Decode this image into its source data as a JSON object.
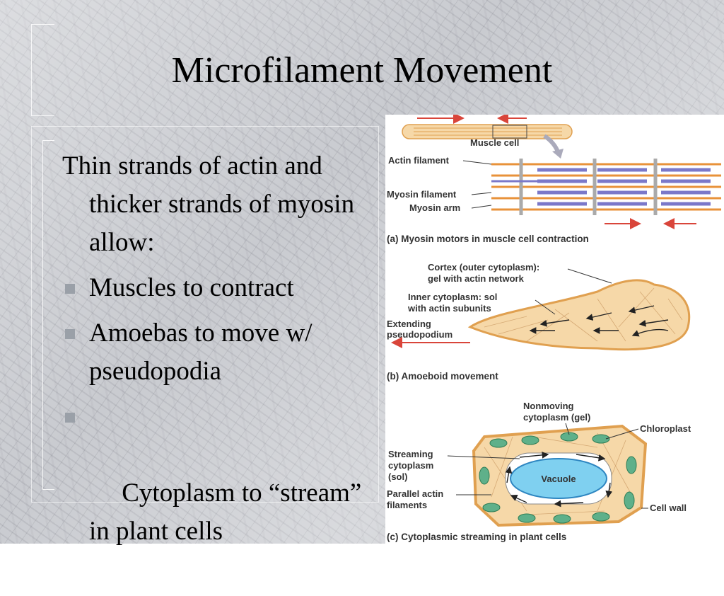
{
  "slide": {
    "title": "Microfilament Movement",
    "intro": "Thin strands of actin and thicker strands of myosin allow:",
    "bullets": [
      "Muscles to contract",
      "Amoebas to move w/ pseudopodia",
      " Cytoplasm to “stream” in plant cells"
    ]
  },
  "figure": {
    "a": {
      "labels": {
        "muscle_cell": "Muscle cell",
        "actin_filament": "Actin filament",
        "myosin_filament": "Myosin filament",
        "myosin_arm": "Myosin arm"
      },
      "caption": "(a) Myosin motors in muscle cell contraction"
    },
    "b": {
      "labels": {
        "cortex_1": "Cortex (outer cytoplasm):",
        "cortex_2": "gel with actin network",
        "inner_1": "Inner cytoplasm: sol",
        "inner_2": "with actin subunits",
        "extending_1": "Extending",
        "extending_2": "pseudopodium"
      },
      "caption": "(b) Amoeboid movement"
    },
    "c": {
      "labels": {
        "nonmoving_1": "Nonmoving",
        "nonmoving_2": "cytoplasm (gel)",
        "chloroplast": "Chloroplast",
        "streaming_1": "Streaming",
        "streaming_2": "cytoplasm",
        "streaming_3": "(sol)",
        "vacuole": "Vacuole",
        "parallel_1": "Parallel actin",
        "parallel_2": "filaments",
        "cell_wall": "Cell wall"
      },
      "caption": "(c) Cytoplasmic streaming in plant cells"
    }
  },
  "colors": {
    "actin": "#e8923a",
    "myosin": "#7b78c9",
    "cell_fill": "#f6d8a8",
    "cell_outline": "#e0a050",
    "vacuole": "#7fd0f0",
    "chloroplast": "#5fb08a",
    "arrow_red": "#d9453a"
  }
}
